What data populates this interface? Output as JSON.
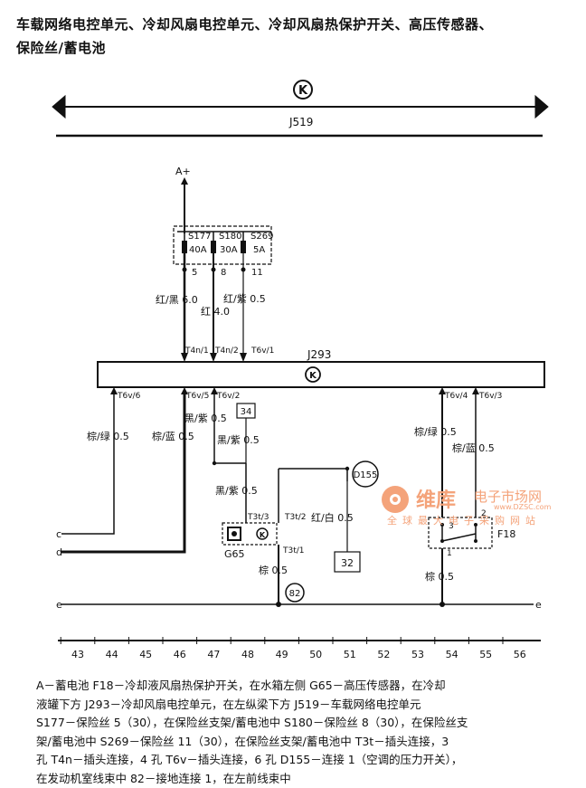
{
  "title": {
    "line1": "车载网络电控单元、冷却风扇电控单元、冷却风扇热保护开关、高压传感器、",
    "line2": "保险丝/蓄电池"
  },
  "components": {
    "j519": "J519",
    "j293": "J293",
    "k_symbol": "K",
    "a_plus": "A+",
    "g65": "G65",
    "f18": "F18",
    "d155": "D155",
    "box34": "34",
    "box32": "32",
    "ground82": "82"
  },
  "fuses": {
    "s177": "S177",
    "s177_amp": "40A",
    "s180": "S180",
    "s180_amp": "30A",
    "s269": "S269",
    "s269_amp": "5A",
    "pin5": "5",
    "pin8": "8",
    "pin11": "11"
  },
  "connectors": {
    "t4n1": "T4n/1",
    "t4n2": "T4n/2",
    "t6v1": "T6v/1",
    "t6v6": "T6v/6",
    "t6v5": "T6v/5",
    "t6v2": "T6v/2",
    "t6v4": "T6v/4",
    "t6v3": "T6v/3",
    "t3t3": "T3t/3",
    "t3t2": "T3t/2",
    "t3t1": "T3t/1",
    "f18_p3": "3",
    "f18_p2": "2",
    "f18_p1": "1"
  },
  "wires": {
    "red_black": "红/黑 6.0",
    "red": "红 4.0",
    "red_purple": "红/紫 0.5",
    "brown_green_left": "棕/绿 0.5",
    "brown_blue_left": "棕/蓝 0.5",
    "black_purple_1": "黑/紫 0.5",
    "black_purple_2": "黑/紫 0.5",
    "black_purple_3": "黑/紫 0.5",
    "red_white": "红/白 0.5",
    "brown_g65": "棕 0.5",
    "brown_green_right": "棕/绿 0.5",
    "brown_blue_right": "棕/蓝 0.5",
    "brown_f18": "棕 0.5"
  },
  "bus_labels": {
    "c": "c",
    "d": "d",
    "e_left": "e",
    "e_right": "e"
  },
  "ruler": [
    "43",
    "44",
    "45",
    "46",
    "47",
    "48",
    "49",
    "50",
    "51",
    "52",
    "53",
    "54",
    "55",
    "56"
  ],
  "watermark": {
    "brand": "维库",
    "brand2": "电子市场网",
    "url": "www.DZSC.com",
    "slogan": "全球最大电子采购网站"
  },
  "legend": [
    "A－蓄电池   F18－冷却液风扇热保护开关，在水箱左侧   G65－高压传感器，在冷却",
    "液罐下方   J293－冷却风扇电控单元，在左纵梁下方   J519－车载网络电控单元",
    "S177－保险丝 5（30），在保险丝支架/蓄电池中   S180－保险丝 8（30），在保险丝支",
    "架/蓄电池中   S269－保险丝 11（30），在保险丝支架/蓄电池中   T3t－插头连接，3",
    "孔   T4n－插头连接，4 孔   T6v－插头连接，6 孔   D155－连接 1（空调的压力开关），",
    "在发动机室线束中   82－接地连接 1，在左前线束中"
  ],
  "colors": {
    "ink": "#111111",
    "bus_fill": "#ffffff",
    "watermark": "#f4a37a"
  }
}
